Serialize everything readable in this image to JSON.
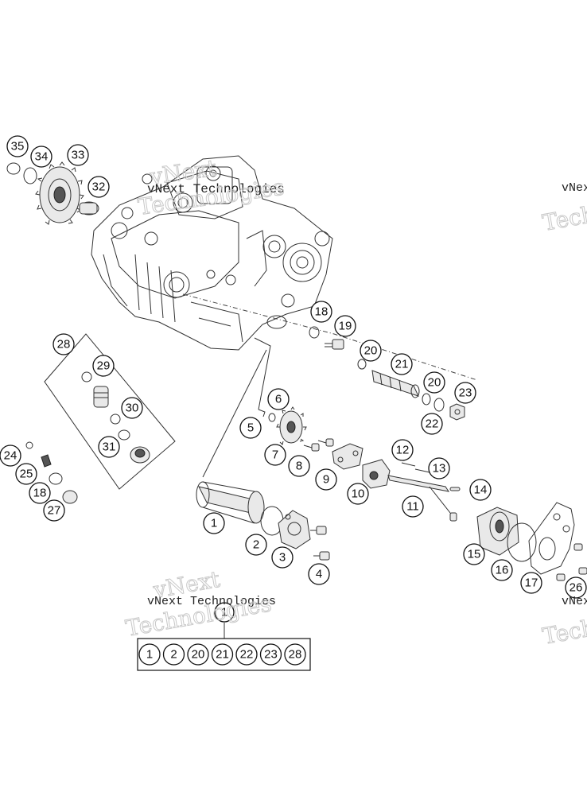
{
  "watermarks": [
    {
      "line1": "vNext Technologies"
    },
    {
      "line1": "vNext",
      "line2": "Technologies"
    },
    {
      "line1": "vNext Technologies"
    },
    {
      "line1": "vNext",
      "line2": "Technologies"
    },
    {
      "line1": "vNext"
    },
    {
      "line1": "Techn"
    },
    {
      "line1": "vNext"
    },
    {
      "line1": "Techn"
    }
  ],
  "callouts": [
    "1",
    "2",
    "3",
    "4",
    "5",
    "6",
    "7",
    "8",
    "9",
    "10",
    "11",
    "12",
    "13",
    "14",
    "15",
    "16",
    "17",
    "18",
    "19",
    "20",
    "21",
    "20",
    "22",
    "23",
    "24",
    "25",
    "18",
    "27",
    "28",
    "29",
    "30",
    "31",
    "32",
    "33",
    "34",
    "35",
    "26"
  ],
  "kit": {
    "label": "1",
    "items": [
      "1",
      "2",
      "20",
      "21",
      "22",
      "23",
      "28"
    ]
  }
}
